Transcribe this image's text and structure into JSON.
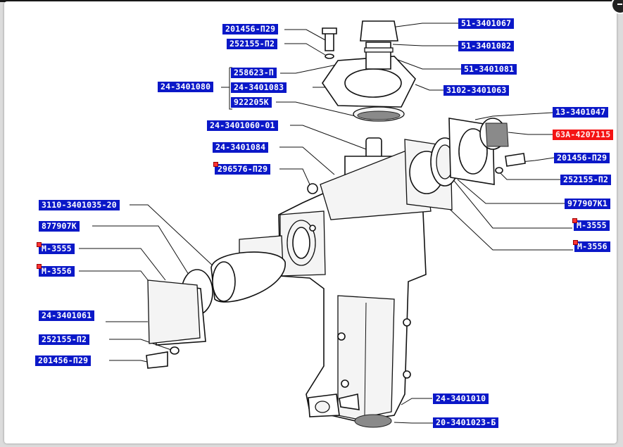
{
  "labels": {
    "l01": "201456-П29",
    "l02": "252155-П2",
    "l03": "258623-П",
    "l04": "24-3401080",
    "l05": "24-3401083",
    "l06": "922205К",
    "l07": "24-3401060-01",
    "l08": "24-3401084",
    "l09": "296576-П29",
    "l10": "3110-3401035-20",
    "l11": "877907К",
    "l12": "М-3555",
    "l13": "М-3556",
    "l14": "24-3401061",
    "l15": "252155-П2",
    "l16": "201456-П29",
    "l17": "51-3401067",
    "l18": "51-3401082",
    "l19": "51-3401081",
    "l20": "3102-3401063",
    "l21": "13-3401047",
    "l22": "63А-4207115",
    "l23": "201456-П29",
    "l24": "252155-П2",
    "l25": "977907К1",
    "l26": "М-3555",
    "l27": "М-3556",
    "l28": "24-3401010",
    "l29": "20-3401023-Б"
  },
  "colors": {
    "label_bg": "#0b18c8",
    "label_highlight_bg": "#f41414",
    "label_text": "#ffffff",
    "line": "#111111"
  },
  "icons": {
    "close": "close-icon"
  }
}
